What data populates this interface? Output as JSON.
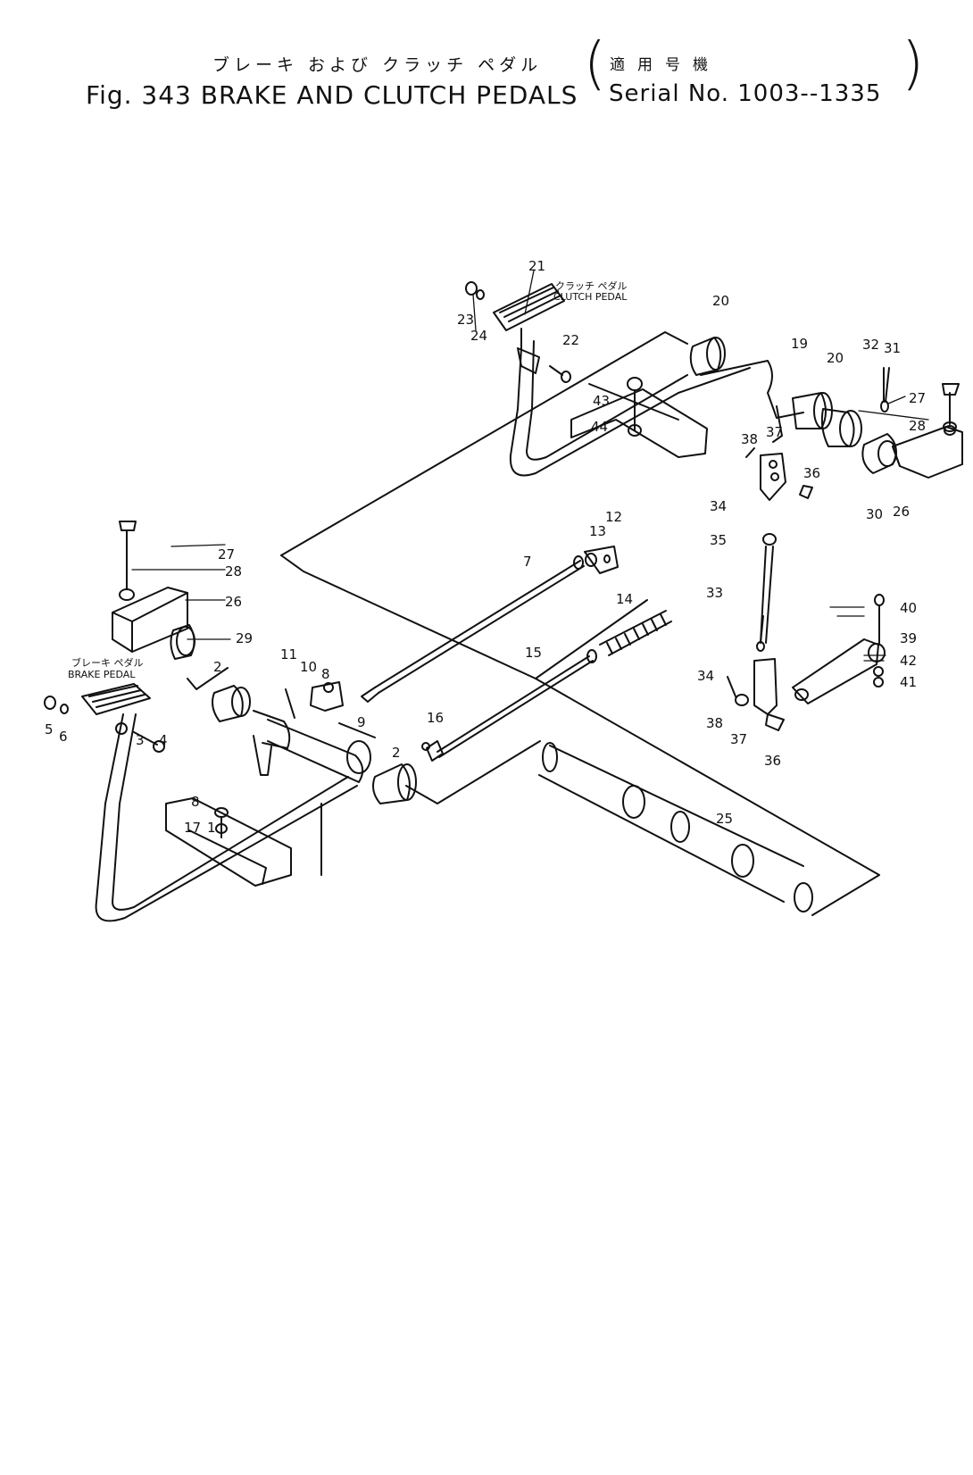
{
  "header": {
    "title_jp": "ブレーキ および クラッチ ペダル",
    "title_en": "Fig. 343 BRAKE AND CLUTCH PEDALS",
    "serial_jp": "適用号機",
    "serial_en": "Serial No. 1003--1335"
  },
  "captions": {
    "clutch_jp": "クラッチ ペダル",
    "clutch_en": "CLUTCH PEDAL",
    "brake_jp": "ブレーキ ペダル",
    "brake_en": "BRAKE PEDAL"
  },
  "callouts": [
    "21",
    "23",
    "24",
    "22",
    "20",
    "19",
    "20",
    "32",
    "31",
    "27",
    "28",
    "43",
    "44",
    "38",
    "37",
    "36",
    "34",
    "30",
    "26",
    "12",
    "13",
    "35",
    "33",
    "7",
    "40",
    "39",
    "42",
    "41",
    "14",
    "34",
    "38",
    "37",
    "36",
    "27",
    "28",
    "26",
    "29",
    "15",
    "2",
    "11",
    "10",
    "8",
    "9",
    "16",
    "5",
    "6",
    "3",
    "4",
    "2",
    "25",
    "8",
    "17",
    "1"
  ]
}
